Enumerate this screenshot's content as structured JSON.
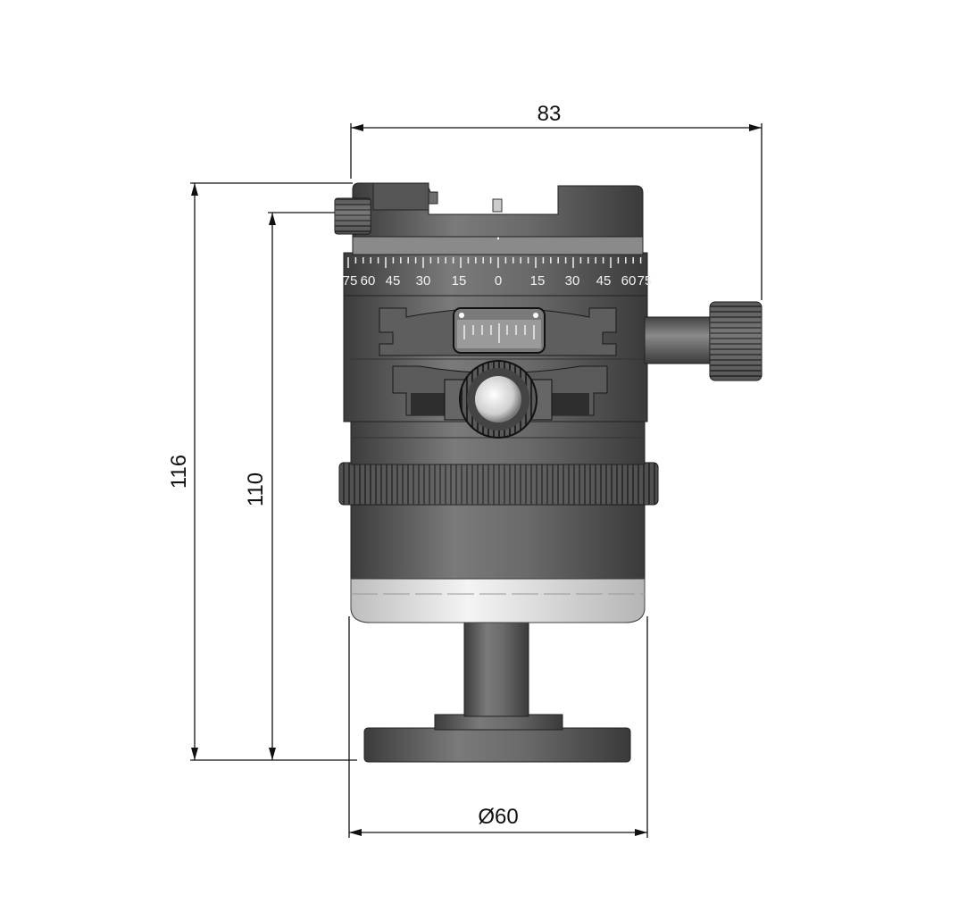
{
  "dimensions": {
    "width": "83",
    "total_height": "116",
    "body_height": "110",
    "base_diameter": "Ø60"
  },
  "scale": {
    "labels": [
      "75",
      "60",
      "45",
      "30",
      "15",
      "0",
      "15",
      "30",
      "45",
      "60",
      "75"
    ]
  },
  "colors": {
    "body_dark": "#4f4f4f",
    "body_mid": "#6e6e6e",
    "band_light": "#e6e6e6",
    "line": "#111111"
  }
}
